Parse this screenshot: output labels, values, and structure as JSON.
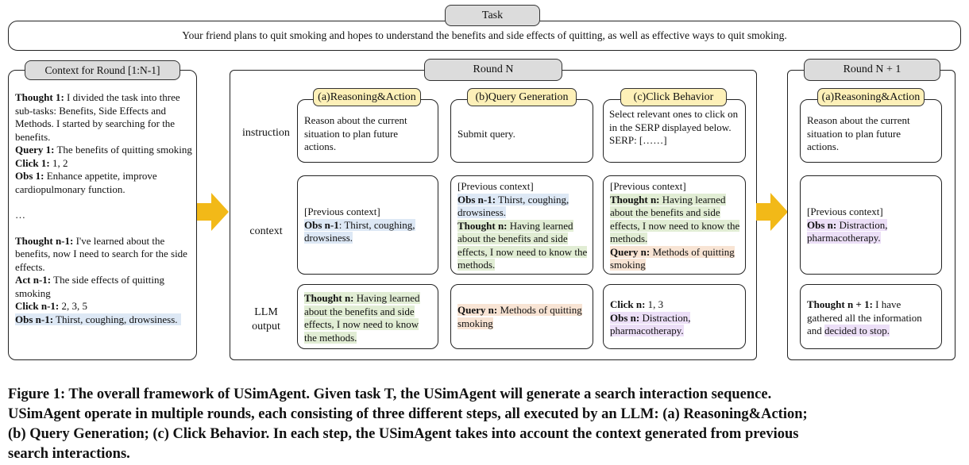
{
  "task": {
    "label": "Task",
    "text": "Your friend plans to quit smoking and hopes to understand the benefits and side effects of quitting, as well as effective ways to quit smoking."
  },
  "context_panel": {
    "label": "Context for Round [1:N-1]",
    "thought1_key": "Thought 1:",
    "thought1_val": " I divided the task into three sub-tasks: Benefits, Side Effects and Methods. I started by searching for the benefits.",
    "query1_key": "Query 1:",
    "query1_val": " The benefits of quitting smoking",
    "click1_key": "Click 1:",
    "click1_val": " 1, 2",
    "obs1_key": "Obs 1:",
    "obs1_val": " Enhance appetite, improve cardiopulmonary function.",
    "ellipsis": "…",
    "thoughtn1_key": "Thought n-1:",
    "thoughtn1_val": " I've learned about the benefits, now I need to search for the side effects.",
    "actn1_key": "Act n-1:",
    "actn1_val": " The side effects of quitting smoking",
    "clickn1_key": "Click n-1:",
    "clickn1_val": " 2, 3, 5",
    "obsn1_key": "Obs n-1:",
    "obsn1_val": " Thirst, coughing, drowsiness."
  },
  "round_n": {
    "label": "Round N",
    "row_labels": {
      "instruction": "instruction",
      "context": "context",
      "llm_output_1": "LLM",
      "llm_output_2": "output"
    },
    "steps": {
      "a": "(a)Reasoning&Action",
      "b": "(b)Query Generation",
      "c": "(c)Click Behavior"
    },
    "instruction_a": "Reason about the current situation to plan future actions.",
    "instruction_b": "Submit query.",
    "instruction_c_1": "Select relevant ones to click on in the SERP displayed below.",
    "instruction_c_2": "SERP: [……]",
    "prev_context": "[Previous context]",
    "ctx_a_obs_key": "Obs n-1",
    "ctx_a_obs_val": ": Thirst, coughing, drowsiness.",
    "ctx_b_obs_key": "Obs n-1:",
    "ctx_b_obs_val": " Thirst, coughing, drowsiness.",
    "thought_n_key": "Thought n:",
    "thought_n_val": " Having learned about the benefits and side effects, I now need to know the methods.",
    "query_n_key": "Query n:",
    "query_n_val": " Methods of quitting smoking",
    "click_n_key": "Click n:",
    "click_n_val": " 1, 3",
    "obs_n_key": "Obs n:",
    "obs_n_val": " Distraction, pharmacotherapy."
  },
  "round_n1": {
    "label": "Round N + 1",
    "step": "(a)Reasoning&Action",
    "instruction": "Reason about the current situation to plan future actions.",
    "prev_context": "[Previous context]",
    "obs_key": "Obs n:",
    "obs_val": " Distraction, pharmacotherapy.",
    "thought_key": "Thought n + 1:",
    "thought_val_plain": " I have gathered all the information and ",
    "thought_val_hl": "decided to stop."
  },
  "caption": {
    "line1": "Figure 1: The overall framework of USimAgent. Given task T, the USimAgent will generate a search interaction sequence.",
    "line2": "USimAgent operate in multiple rounds, each consisting of three different steps, all executed by an LLM: (a) Reasoning&Action;",
    "line3": "(b) Query Generation; (c) Click Behavior. In each step, the USimAgent takes into account the context generated from previous",
    "line4": "search interactions."
  },
  "colors": {
    "observation_highlight": "#dde8f5",
    "thought_highlight": "#e1edd4",
    "query_highlight": "#f8e4d4",
    "click_obs_highlight": "#ecdff7",
    "step_tab": "#fdf0b8",
    "section_tab": "#dcdcdc",
    "arrow": "#f2b918"
  }
}
